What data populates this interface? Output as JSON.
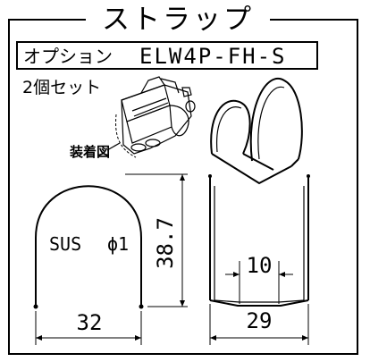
{
  "title": "ストラップ",
  "option_label": "オプション",
  "model": "ELW4P-FH-S",
  "set_count": "2個セット",
  "install_label": "装着図",
  "left_part": {
    "material": "SUS",
    "diameter": "ϕ1",
    "height_dim": "38.7",
    "width_dim": "32"
  },
  "right_part": {
    "inner_dim": "10",
    "width_dim": "29"
  }
}
